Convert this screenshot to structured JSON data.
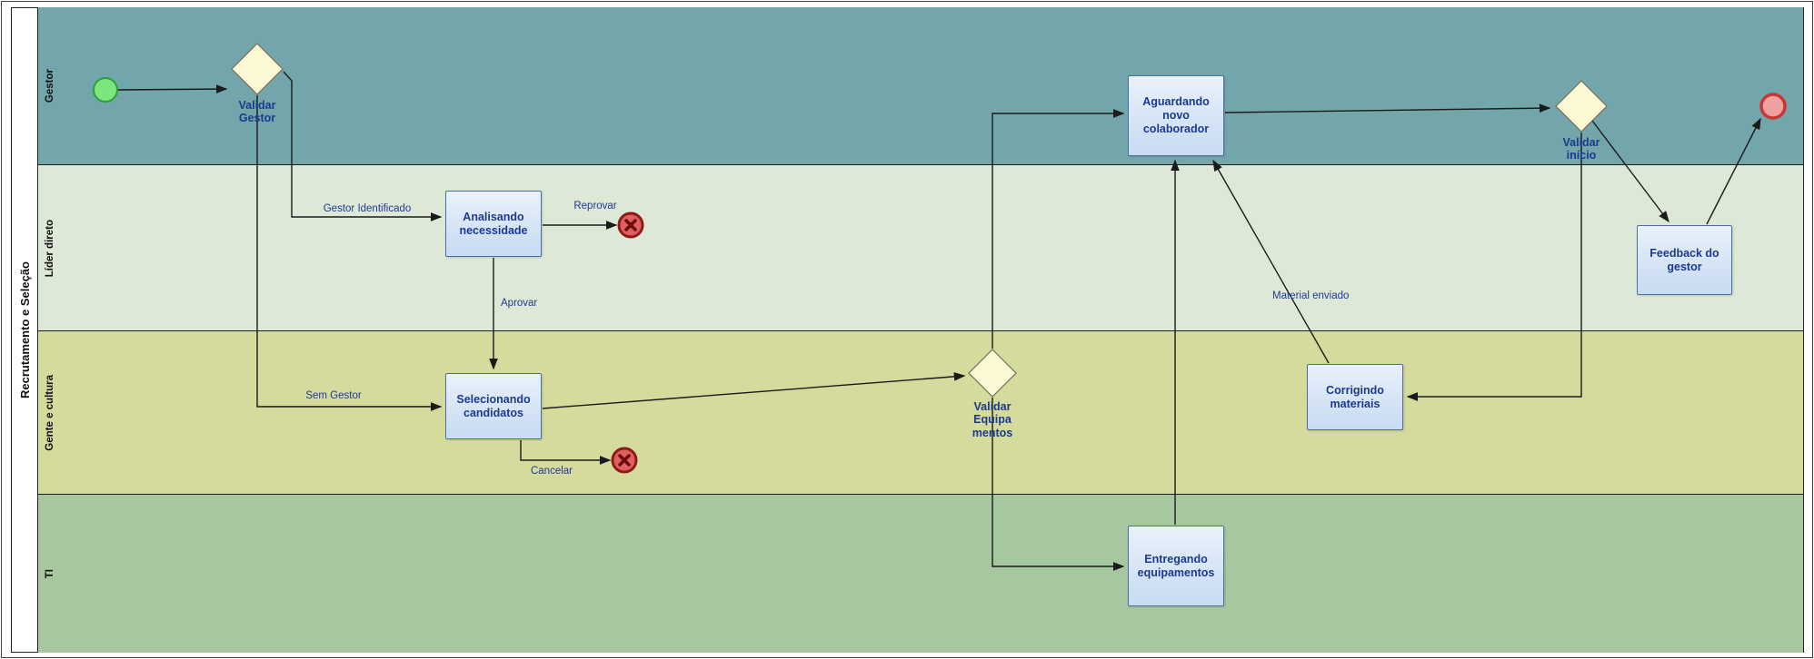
{
  "pool": {
    "title": "Recrutamento e Seleção"
  },
  "lanes": [
    {
      "label": "Gestor",
      "color": "#72a6ab"
    },
    {
      "label": "Líder direto",
      "color": "#dde8d6"
    },
    {
      "label": "Gente e cultura",
      "color": "#d5da9d"
    },
    {
      "label": "TI",
      "color": "#a6c79f"
    }
  ],
  "tasks": {
    "analisando": {
      "label": "Analisando\nnecessidade"
    },
    "selecionando": {
      "label": "Selecionando\ncandidatos"
    },
    "aguardando": {
      "label": "Aguardando\nnovo\ncolaborador"
    },
    "entregando": {
      "label": "Entregando\nequipamentos"
    },
    "corrigindo": {
      "label": "Corrigindo\nmateriais"
    },
    "feedback": {
      "label": "Feedback do\ngestor"
    }
  },
  "gateways": {
    "validar_gestor": {
      "label": "Validar\nGestor"
    },
    "validar_equipamentos": {
      "label": "Validar\nEquipa\nmentos"
    },
    "validar_inicio": {
      "label": "Validar\ninício"
    }
  },
  "flow_labels": {
    "gestor_identificado": "Gestor Identificado",
    "reprovar": "Reprovar",
    "aprovar": "Aprovar",
    "sem_gestor": "Sem Gestor",
    "cancelar": "Cancelar",
    "material_enviado": "Material enviado"
  },
  "colors": {
    "task_fill": "#d4e3f5",
    "task_border": "#4a6fa5",
    "node_text": "#1b3a8f",
    "gateway_fill": "#fbf8d3",
    "gateway_border": "#70705a",
    "flow_line": "#1a1a1a",
    "start_fill": "#7ce57c",
    "start_border": "#2e9e3f",
    "end_fill": "#f0a0a0",
    "end_border": "#c73535",
    "cancel_fill": "#e06060",
    "cancel_border": "#8f1a1a"
  }
}
